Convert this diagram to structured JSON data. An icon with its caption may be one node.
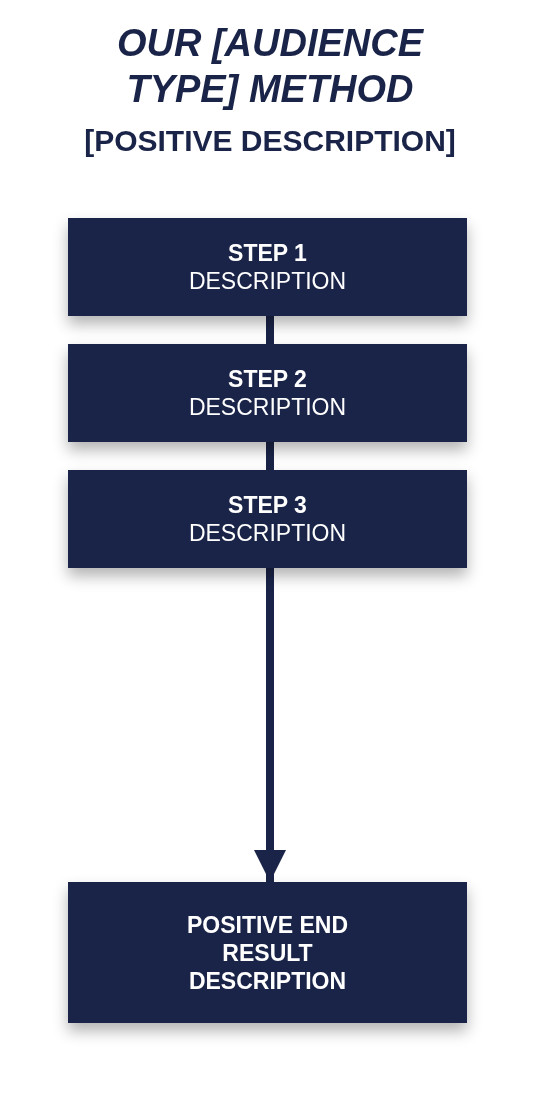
{
  "diagram": {
    "title": "OUR [AUDIENCE TYPE] METHOD",
    "nodes": [
      {
        "text": [
          "STEP 1",
          "DESCRIPTION"
        ]
      },
      {
        "text": [
          "STEP 2",
          "DESCRIPTION"
        ]
      },
      {
        "text": [
          "STEP 3",
          "DESCRIPTION"
        ]
      },
      {
        "text": [
          "POSITIVE END RESULT DESCRIPTION"
        ]
      }
    ],
    "edges": [
      {
        "from": 0,
        "to": 1,
        "arrow": "none"
      },
      {
        "from": 1,
        "to": 2,
        "arrow": "none"
      },
      {
        "from": 2,
        "to": 3,
        "arrow": "to"
      }
    ],
    "labels": [
      "[POSITIVE DESCRIPTION]"
    ]
  }
}
